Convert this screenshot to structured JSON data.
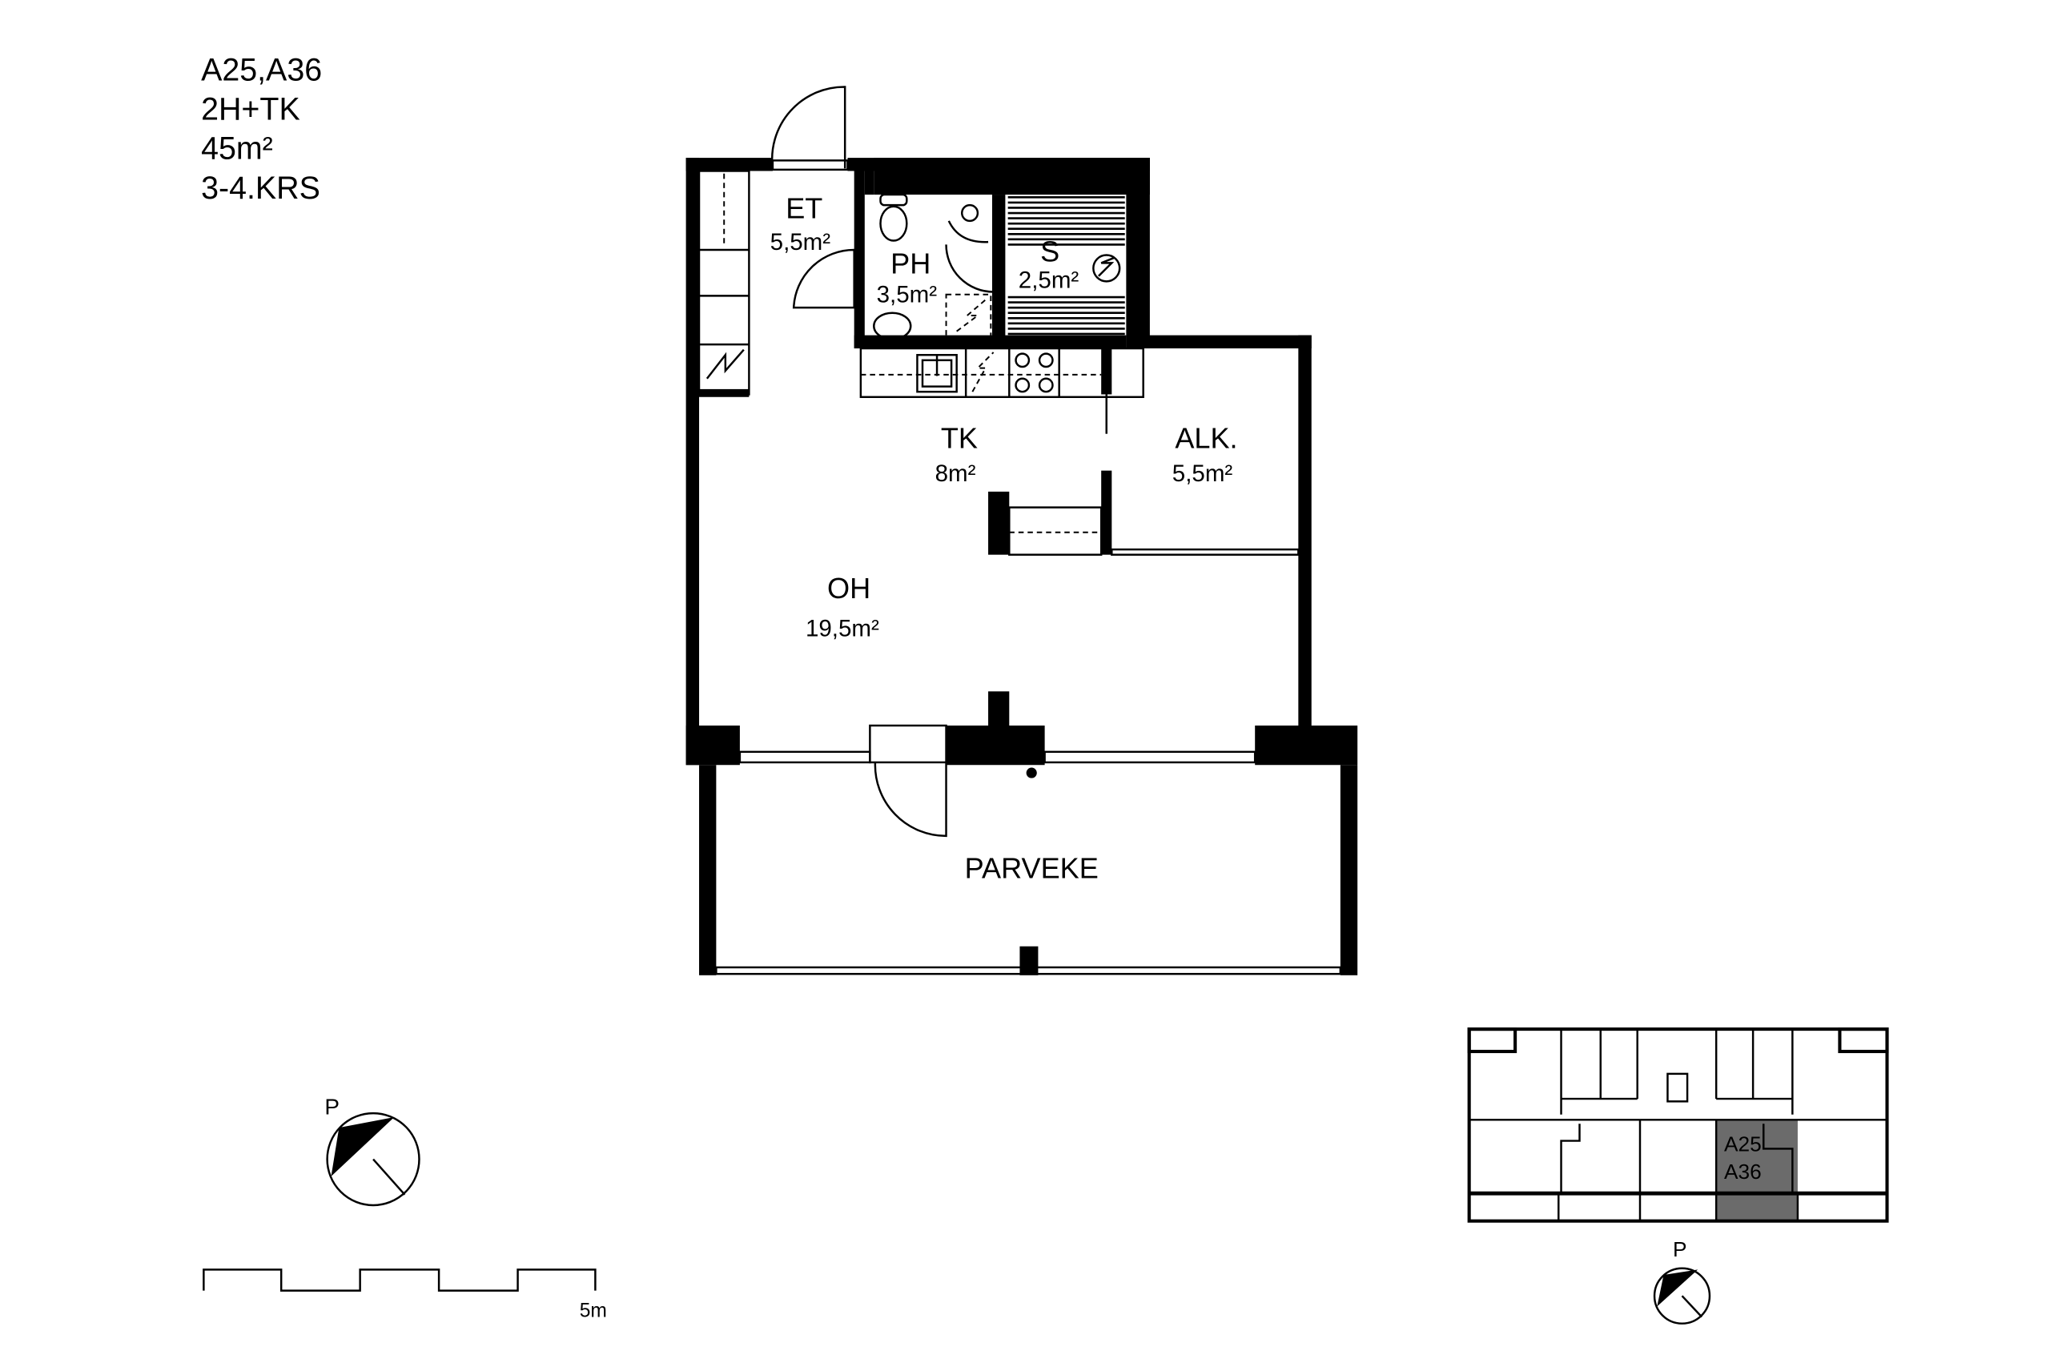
{
  "info": {
    "apartments": "A25,A36",
    "type": "2H+TK",
    "area": "45m²",
    "floors": "3-4.KRS"
  },
  "rooms": [
    {
      "code": "ET",
      "area": "5,5m²"
    },
    {
      "code": "PH",
      "area": "3,5m²"
    },
    {
      "code": "S",
      "area": "2,5m²"
    },
    {
      "code": "TK",
      "area": "8m²"
    },
    {
      "code": "ALK.",
      "area": "5,5m²"
    },
    {
      "code": "OH",
      "area": "19,5m²"
    },
    {
      "code": "PARVEKE"
    }
  ],
  "compass": {
    "north_label": "P"
  },
  "scale": {
    "label": "5m"
  },
  "keyplan": {
    "line1": "A25",
    "line2": "A36",
    "north_label": "P",
    "highlight_color": "#6b6b6b"
  }
}
